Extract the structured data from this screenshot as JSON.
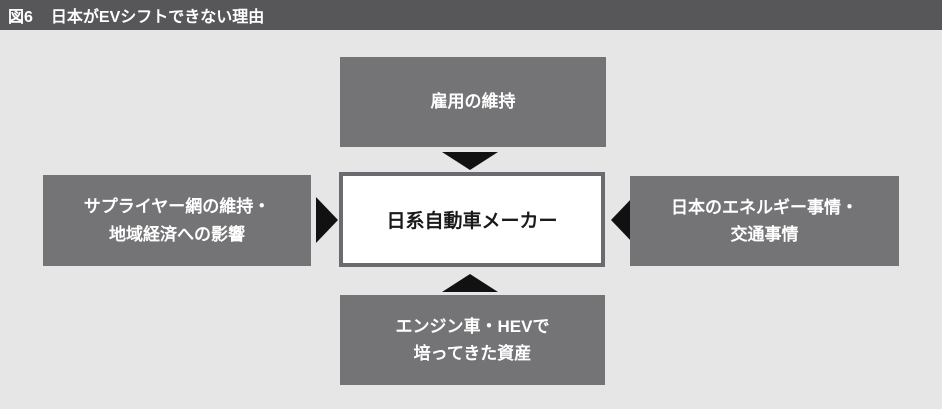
{
  "page": {
    "background_color": "#e6e6e7",
    "titlebar_color": "#57575a",
    "box_color": "#747477",
    "box_text_color": "#ffffff",
    "arrow_color": "#111111",
    "center_box_background": "#ffffff",
    "center_box_border_color": "#6a6b6e"
  },
  "header": {
    "figure_label": "図6",
    "title": "日本がEVシフトできない理由"
  },
  "diagram": {
    "top_box": {
      "label": "雇用の維持"
    },
    "left_box": {
      "line1": "サプライヤー網の維持・",
      "line2": "地域経済への影響"
    },
    "center_box": {
      "label": "日系自動車メーカー"
    },
    "right_box": {
      "line1": "日本のエネルギー事情・",
      "line2": "交通事情"
    },
    "bottom_box": {
      "line1": "エンジン車・HEVで",
      "line2": "培ってきた資産"
    },
    "arrows": [
      "arrow-from-top-pointing-down",
      "arrow-from-left-pointing-right",
      "arrow-from-right-pointing-left",
      "arrow-from-bottom-pointing-up"
    ]
  }
}
